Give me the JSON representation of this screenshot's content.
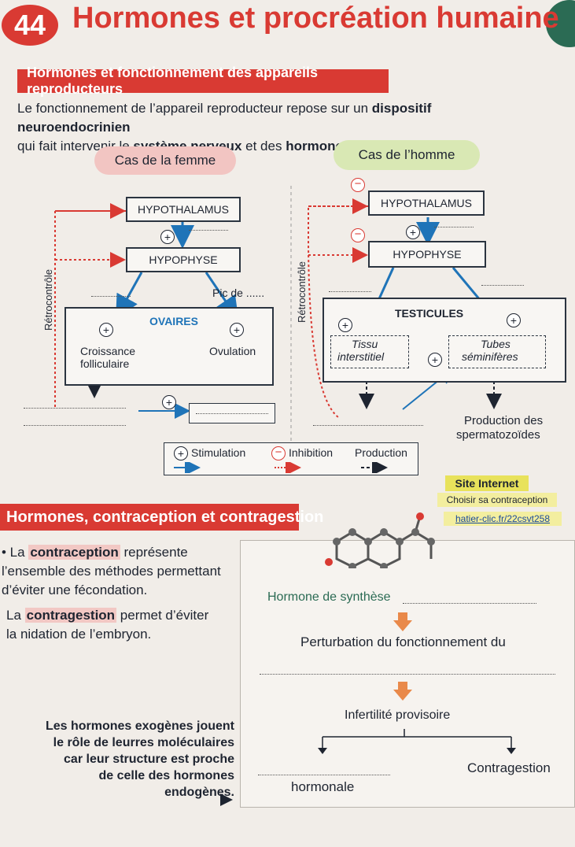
{
  "chapter": {
    "number": "44",
    "title": "Hormones et procréation humaine"
  },
  "section1": {
    "title": "Hormones et fonctionnement des appareils reproducteurs",
    "intro_part1": "Le fonctionnement de l’appareil reproducteur repose sur un",
    "intro_bold1": "dispositif neuroendocrinien",
    "intro_part2": "qui fait intervenir le",
    "intro_bold2": "système nerveux",
    "intro_part3": "et des",
    "intro_bold3": "hormones",
    "intro_end": "."
  },
  "female": {
    "case_label": "Cas de la femme",
    "hypothalamus": "HYPOTHALAMUS",
    "hypophyse": "HYPOPHYSE",
    "retro": "Rétrocontrôle",
    "pic": "Pic de ......",
    "ovaries": "OVAIRES",
    "croissance": "Croissance",
    "folliculaire": "folliculaire",
    "ovulation": "Ovulation"
  },
  "male": {
    "case_label": "Cas de l’homme",
    "hypothalamus": "HYPOTHALAMUS",
    "hypophyse": "HYPOPHYSE",
    "retro": "Rétrocontrôle",
    "testicules": "TESTICULES",
    "tissu": "Tissu",
    "interstitiel": "interstitiel",
    "tubes": "Tubes",
    "seminiferes": "séminifères",
    "production1": "Production des",
    "production2": "spermatozoïdes"
  },
  "symbols": {
    "plus": "+",
    "minus": "−"
  },
  "legend": {
    "stimulation": "Stimulation",
    "inhibition": "Inhibition",
    "production": "Production"
  },
  "site": {
    "label": "Site Internet",
    "choose": "Choisir sa contraception",
    "url": "hatier-clic.fr/22csvt258"
  },
  "section2": {
    "title": "Hormones, contraception et contragestion",
    "contraception_word": "contraception",
    "contraception_pre": "• La",
    "contraception_post": "représente",
    "contraception_l2": "l’ensemble des méthodes permettant",
    "contraception_l3": "d’éviter une fécondation.",
    "contragestion_pre": "La",
    "contragestion_word": "contragestion",
    "contragestion_post": "permet d’éviter",
    "contragestion_l2": "la nidation de l’embryon.",
    "exog_l1": "Les hormones exogènes jouent",
    "exog_l2": "le rôle de leurres moléculaires",
    "exog_l3": "car leur structure est proche",
    "exog_l4": "de celle des hormones",
    "exog_l5": "endogènes.",
    "synth": "Hormone de synthèse",
    "perturb": "Perturbation du fonctionnement du",
    "infert": "Infertilité provisoire",
    "hormonale": "hormonale",
    "contragestion_out": "Contragestion"
  },
  "colors": {
    "red": "#d93a33",
    "green": "#2b6b54",
    "blue": "#1f74b8",
    "orange": "#e9894a",
    "pink": "#f2c5c2",
    "lightgreen": "#d9e8b4"
  }
}
